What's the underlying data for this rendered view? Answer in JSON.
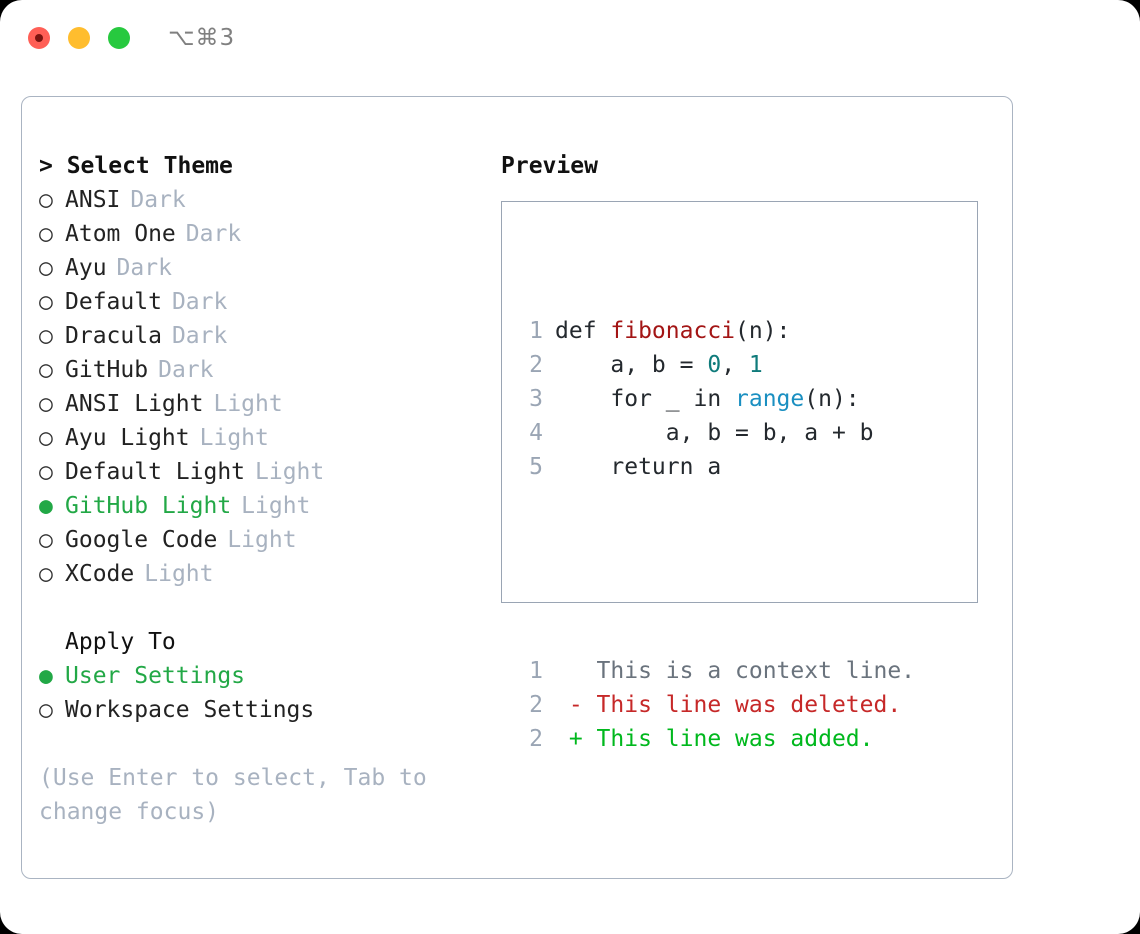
{
  "titlebar": {
    "shortcut": "⌥⌘3",
    "buttons": [
      "close",
      "minimize",
      "maximize"
    ]
  },
  "theme_selector": {
    "heading": "> Select Theme",
    "items": [
      {
        "marker": "○",
        "label": "ANSI",
        "tag": "Dark",
        "selected": false
      },
      {
        "marker": "○",
        "label": "Atom One",
        "tag": "Dark",
        "selected": false
      },
      {
        "marker": "○",
        "label": "Ayu",
        "tag": "Dark",
        "selected": false
      },
      {
        "marker": "○",
        "label": "Default",
        "tag": "Dark",
        "selected": false
      },
      {
        "marker": "○",
        "label": "Dracula",
        "tag": "Dark",
        "selected": false
      },
      {
        "marker": "○",
        "label": "GitHub",
        "tag": "Dark",
        "selected": false
      },
      {
        "marker": "○",
        "label": "ANSI Light",
        "tag": "Light",
        "selected": false
      },
      {
        "marker": "○",
        "label": "Ayu Light",
        "tag": "Light",
        "selected": false
      },
      {
        "marker": "○",
        "label": "Default Light",
        "tag": "Light",
        "selected": false
      },
      {
        "marker": "●",
        "label": "GitHub Light",
        "tag": "Light",
        "selected": true
      },
      {
        "marker": "○",
        "label": "Google Code",
        "tag": "Light",
        "selected": false
      },
      {
        "marker": "○",
        "label": "XCode",
        "tag": "Light",
        "selected": false
      }
    ]
  },
  "apply_to": {
    "heading": "Apply To",
    "items": [
      {
        "marker": "●",
        "label": "User Settings",
        "selected": true
      },
      {
        "marker": "○",
        "label": "Workspace Settings",
        "selected": false
      }
    ]
  },
  "hint": "(Use Enter to select, Tab to change focus)",
  "preview": {
    "title": "Preview",
    "code_lines": [
      {
        "ln": "1",
        "tokens": [
          {
            "t": "def ",
            "c": "plain"
          },
          {
            "t": "fibonacci",
            "c": "fn"
          },
          {
            "t": "(n):",
            "c": "plain"
          }
        ]
      },
      {
        "ln": "2",
        "tokens": [
          {
            "t": "    a, b = ",
            "c": "plain"
          },
          {
            "t": "0",
            "c": "num"
          },
          {
            "t": ", ",
            "c": "plain"
          },
          {
            "t": "1",
            "c": "num"
          }
        ]
      },
      {
        "ln": "3",
        "tokens": [
          {
            "t": "    for _ in ",
            "c": "plain"
          },
          {
            "t": "range",
            "c": "builtin"
          },
          {
            "t": "(n):",
            "c": "plain"
          }
        ]
      },
      {
        "ln": "4",
        "tokens": [
          {
            "t": "        a, b = b, a + b",
            "c": "plain"
          }
        ]
      },
      {
        "ln": "5",
        "tokens": [
          {
            "t": "    return a",
            "c": "plain"
          }
        ]
      }
    ],
    "diff_lines": [
      {
        "ln": "1",
        "tokens": [
          {
            "t": "   This is a context line.",
            "c": "diff-ctx"
          }
        ]
      },
      {
        "ln": "2",
        "tokens": [
          {
            "t": " - This line was deleted.",
            "c": "diff-del"
          }
        ]
      },
      {
        "ln": "2",
        "tokens": [
          {
            "t": " + This line was added.",
            "c": "diff-add"
          }
        ]
      }
    ]
  },
  "colors": {
    "accent_green": "#22a846",
    "muted": "#a8b2c0",
    "border": "#aab4c2",
    "token_function": "#a31515",
    "token_number": "#0f7b7b",
    "token_builtin": "#1a8fc1",
    "diff_deleted": "#c62828",
    "diff_added": "#00b81d",
    "light_red": "#ff5f56",
    "light_yellow": "#ffbd2e",
    "light_green": "#27c93f"
  }
}
